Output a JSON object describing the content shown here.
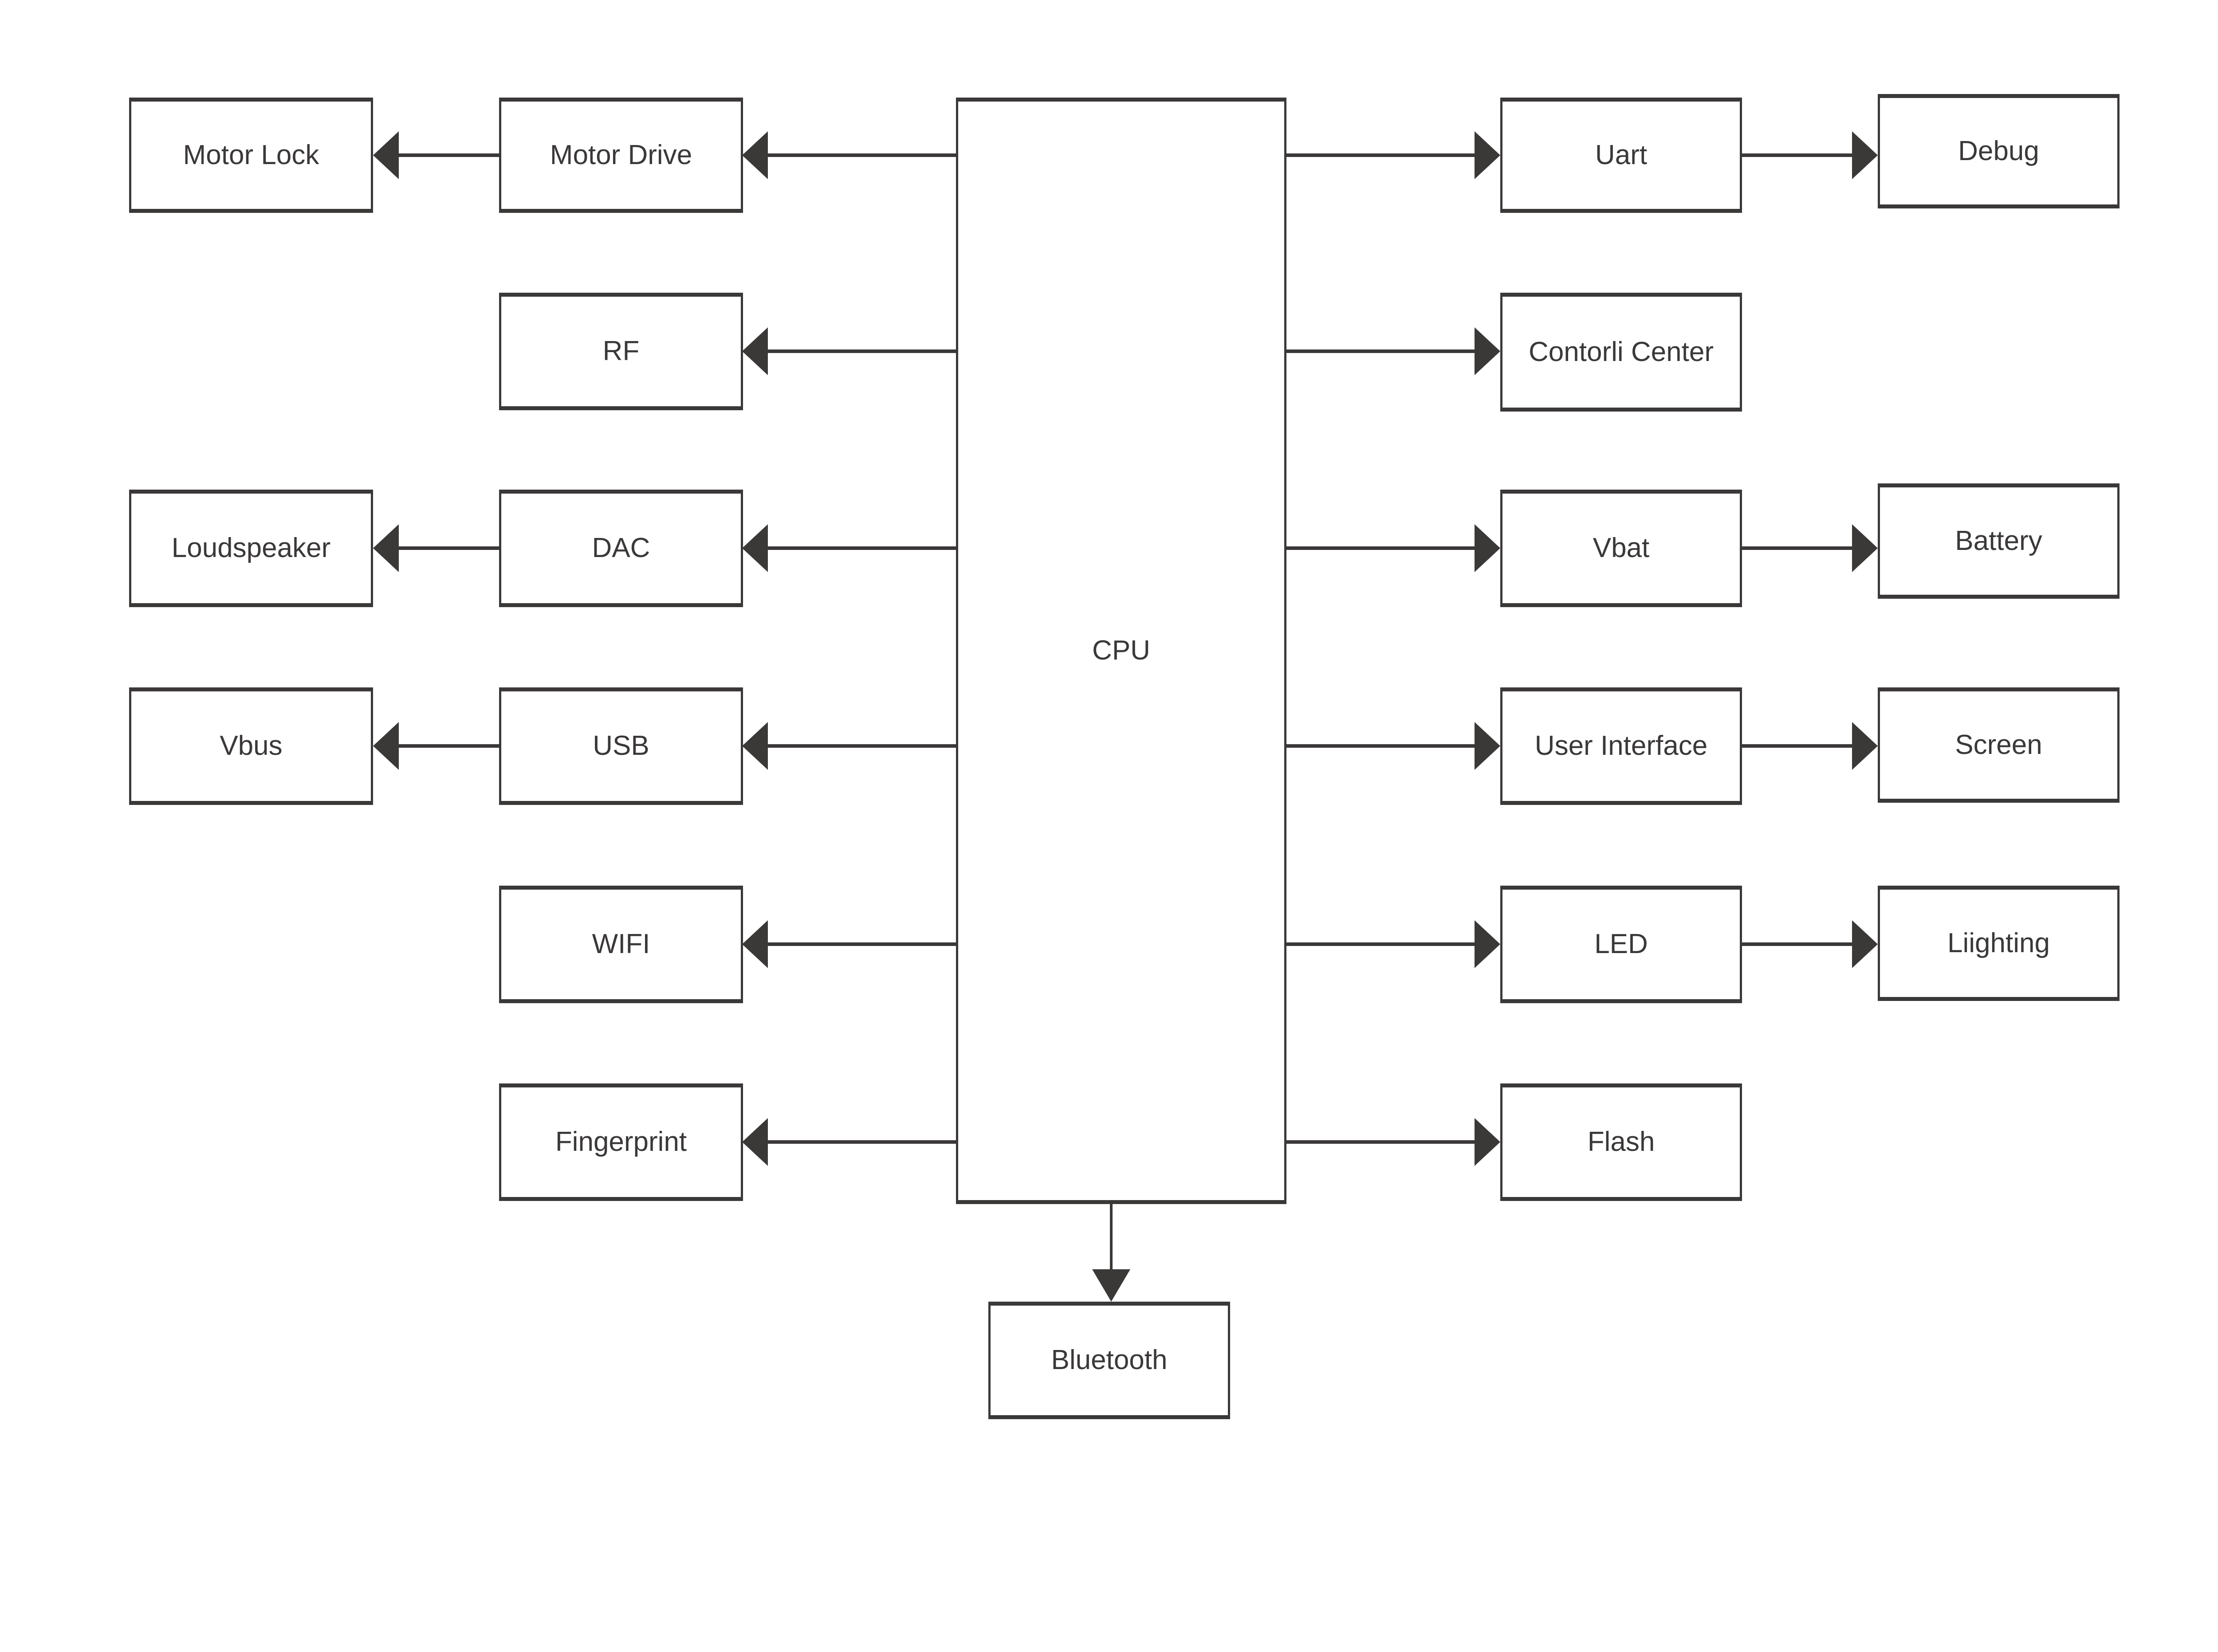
{
  "diagram": {
    "type": "block-diagram",
    "colors": {
      "stroke": "#3b3838",
      "box_fill": "#ffffff",
      "background": "#ffffff",
      "text": "#3b3838"
    },
    "nodes": {
      "cpu": {
        "label": "CPU"
      },
      "motor_lock": {
        "label": "Motor Lock"
      },
      "motor_drive": {
        "label": "Motor Drive"
      },
      "rf": {
        "label": "RF"
      },
      "loudspeaker": {
        "label": "Loudspeaker"
      },
      "dac": {
        "label": "DAC"
      },
      "vbus": {
        "label": "Vbus"
      },
      "usb": {
        "label": "USB"
      },
      "wifi": {
        "label": "WIFI"
      },
      "fingerprint": {
        "label": "Fingerprint"
      },
      "uart": {
        "label": "Uart"
      },
      "debug": {
        "label": "Debug"
      },
      "contorli_center": {
        "label": "Contorli Center"
      },
      "vbat": {
        "label": "Vbat"
      },
      "battery": {
        "label": "Battery"
      },
      "user_interface": {
        "label": "User Interface"
      },
      "screen": {
        "label": "Screen"
      },
      "led": {
        "label": "LED"
      },
      "liighting": {
        "label": "Liighting"
      },
      "flash": {
        "label": "Flash"
      },
      "bluetooth": {
        "label": "Bluetooth"
      }
    },
    "edges": [
      {
        "from": "cpu",
        "to": "motor_drive"
      },
      {
        "from": "motor_drive",
        "to": "motor_lock"
      },
      {
        "from": "cpu",
        "to": "rf"
      },
      {
        "from": "cpu",
        "to": "dac"
      },
      {
        "from": "dac",
        "to": "loudspeaker"
      },
      {
        "from": "cpu",
        "to": "usb"
      },
      {
        "from": "usb",
        "to": "vbus"
      },
      {
        "from": "cpu",
        "to": "wifi"
      },
      {
        "from": "cpu",
        "to": "fingerprint"
      },
      {
        "from": "cpu",
        "to": "uart"
      },
      {
        "from": "uart",
        "to": "debug"
      },
      {
        "from": "cpu",
        "to": "contorli_center"
      },
      {
        "from": "cpu",
        "to": "vbat"
      },
      {
        "from": "vbat",
        "to": "battery"
      },
      {
        "from": "cpu",
        "to": "user_interface"
      },
      {
        "from": "user_interface",
        "to": "screen"
      },
      {
        "from": "cpu",
        "to": "led"
      },
      {
        "from": "led",
        "to": "liighting"
      },
      {
        "from": "cpu",
        "to": "flash"
      },
      {
        "from": "cpu",
        "to": "bluetooth"
      }
    ]
  }
}
